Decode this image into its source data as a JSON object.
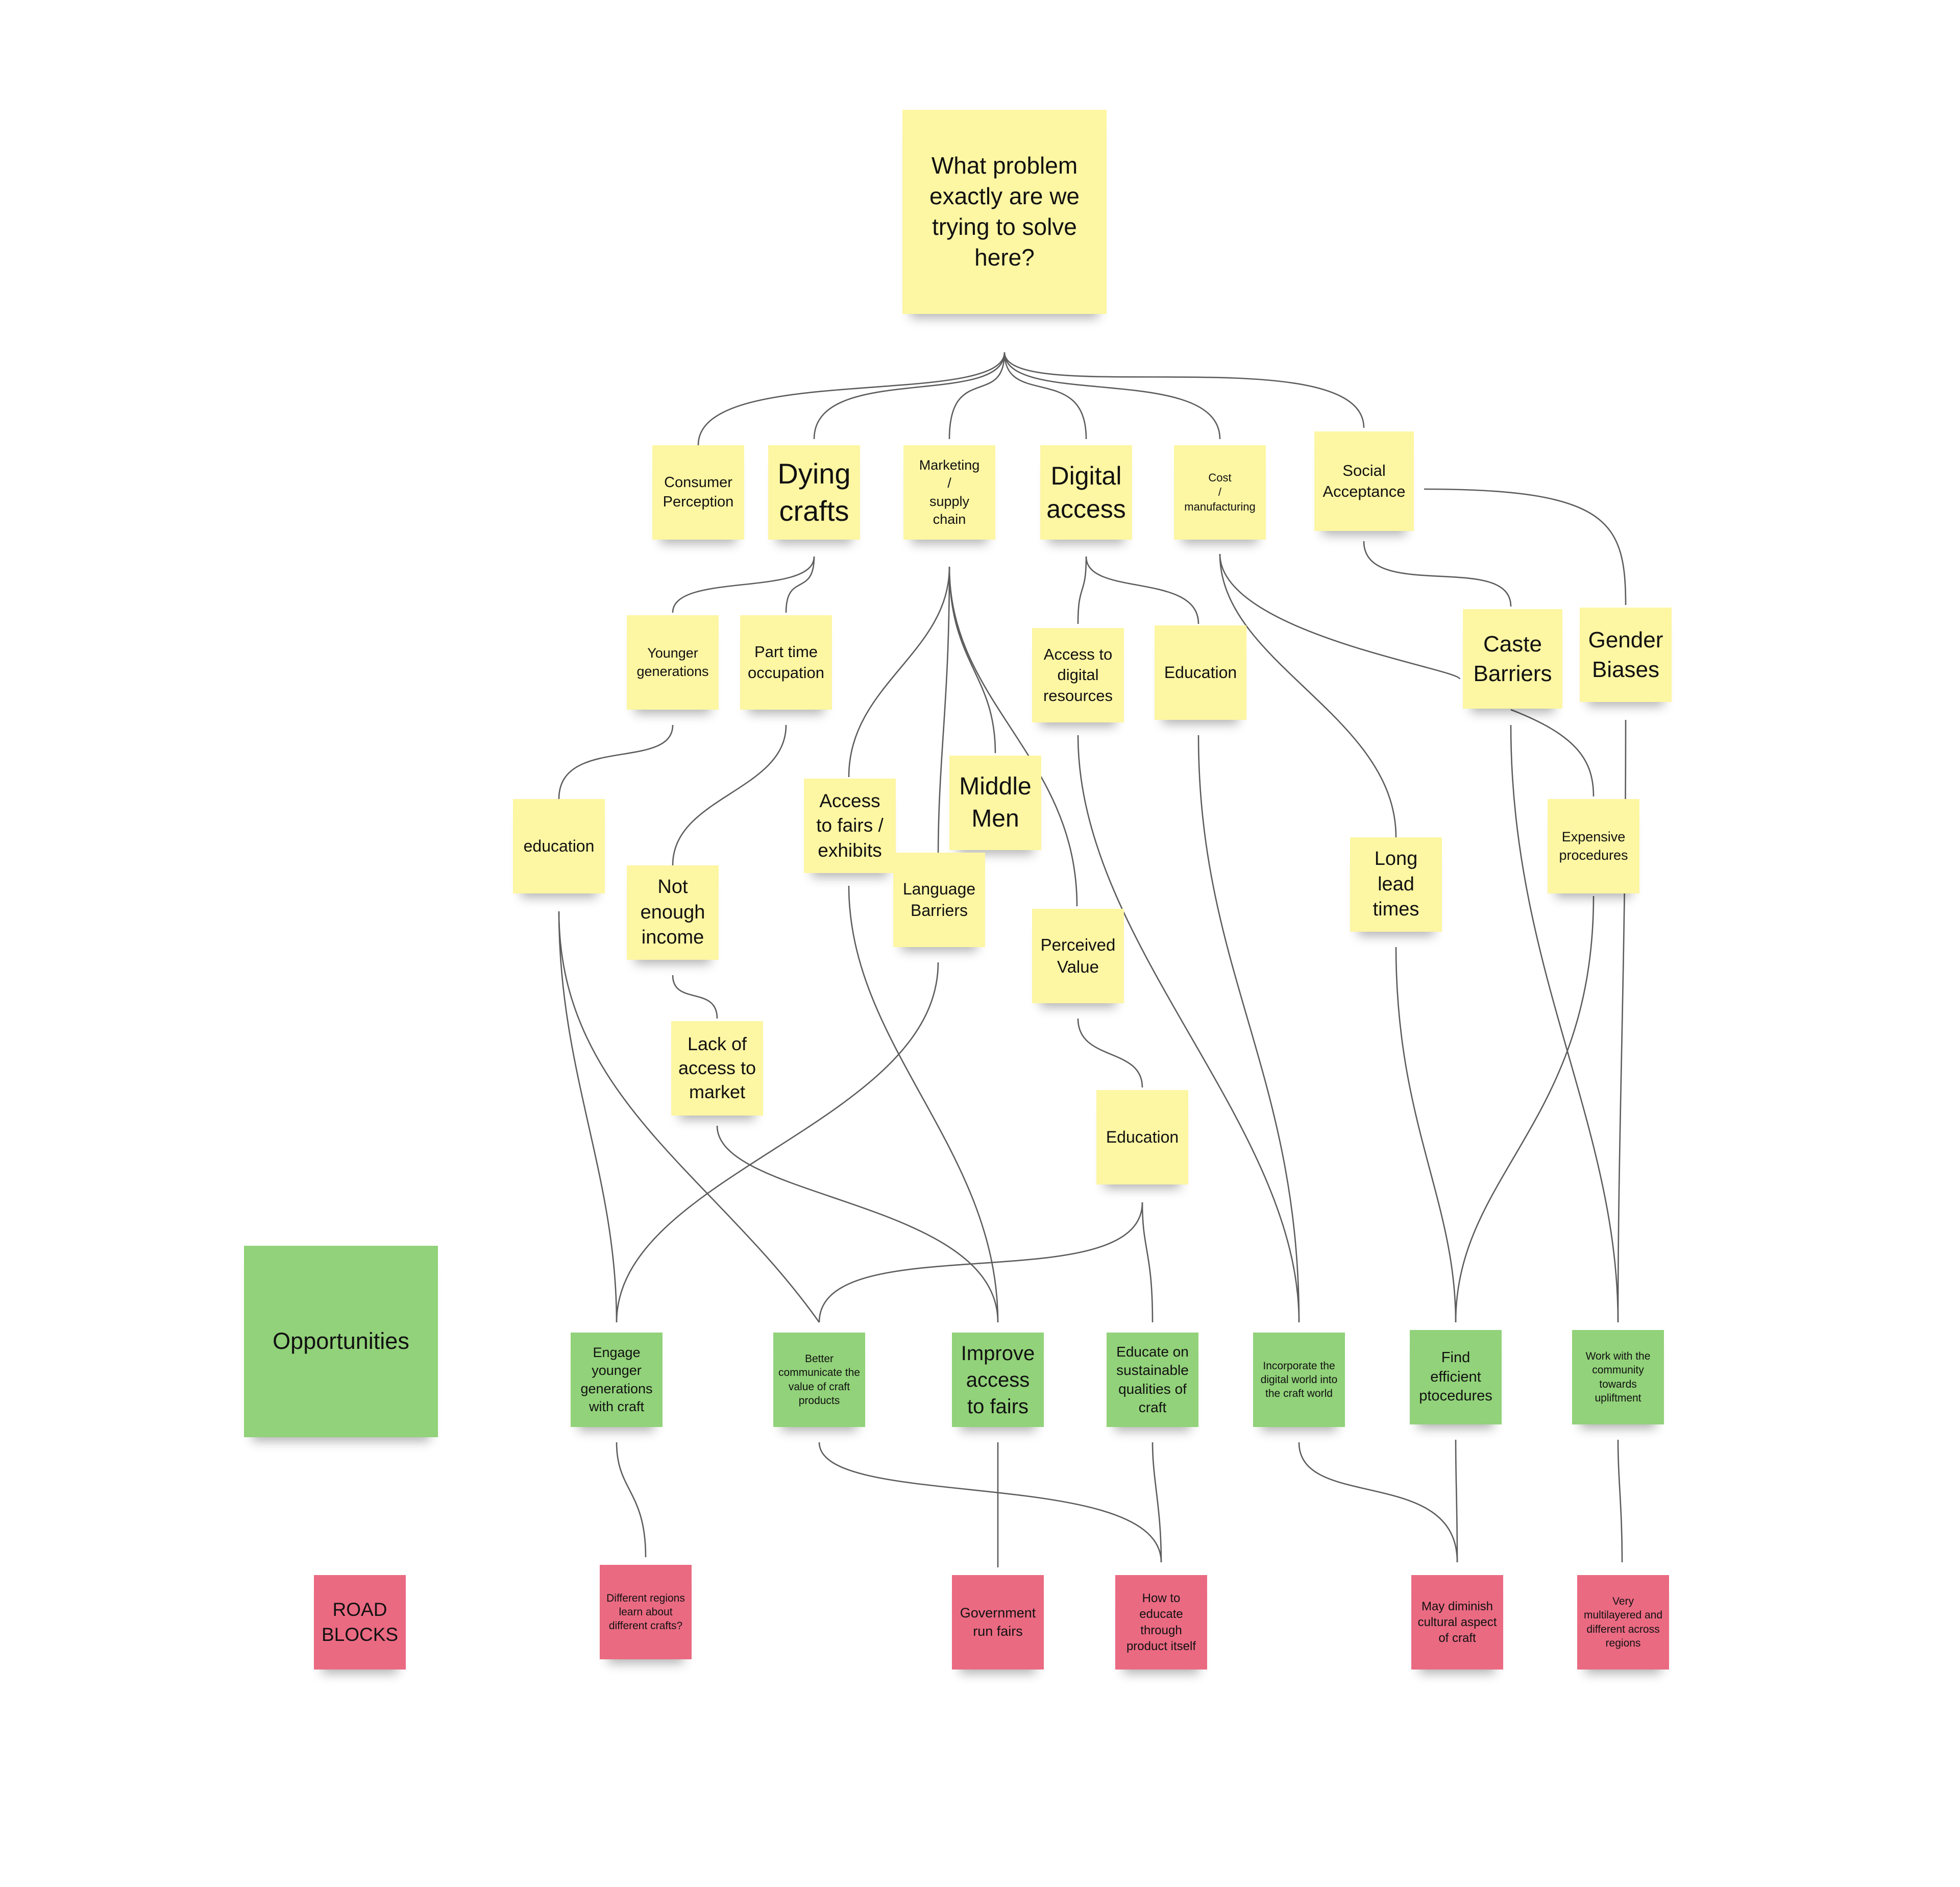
{
  "colors": {
    "yellow": "#fdf6a3",
    "green": "#92d27a",
    "red": "#ea6a82",
    "connector": "#5c5c5c"
  },
  "legend": {
    "opportunities": "Opportunities",
    "road_blocks": "ROAD\nBLOCKS"
  },
  "root": "What problem exactly are we trying to solve here?",
  "categories": {
    "consumer_perception": "Consumer Perception",
    "dying_crafts": "Dying crafts",
    "marketing": "Marketing\n/\nsupply\nchain",
    "digital_access": "Digital access",
    "cost": "Cost\n/\nmanufacturing",
    "social_acceptance": "Social Acceptance"
  },
  "problems": {
    "younger_generations": "Younger generations",
    "part_time": "Part time occupation",
    "access_digital": "Access to digital resources",
    "education_digital": "Education",
    "caste_barriers": "Caste Barriers",
    "gender_biases": "Gender Biases",
    "education_younger": "education",
    "not_enough_income": "Not enough income",
    "access_fairs": "Access to fairs / exhibits",
    "middle_men": "Middle Men",
    "language_barriers": "Language Barriers",
    "perceived_value": "Perceived Value",
    "long_lead_times": "Long lead times",
    "expensive_procedures": "Expensive procedures",
    "lack_access_market": "Lack of access to market",
    "education_value": "Education"
  },
  "opportunities": {
    "engage_younger": "Engage younger generations with craft",
    "better_communicate": "Better communicate the value of craft products",
    "improve_fairs": "Improve access to fairs",
    "educate_sustainable": "Educate on sustainable qualities of craft",
    "incorporate_digital": "Incorporate the digital world into the craft world",
    "find_efficient": "Find efficient ptocedures",
    "work_community": "Work with the community towards upliftment"
  },
  "road_blocks": {
    "different_regions": "Different regions learn about different crafts?",
    "government_fairs": "Government run fairs",
    "how_to_educate": "How to educate through product itself",
    "may_diminish": "May diminish cultural aspect of craft",
    "very_multilayered": "Very multilayered and different across regions"
  }
}
